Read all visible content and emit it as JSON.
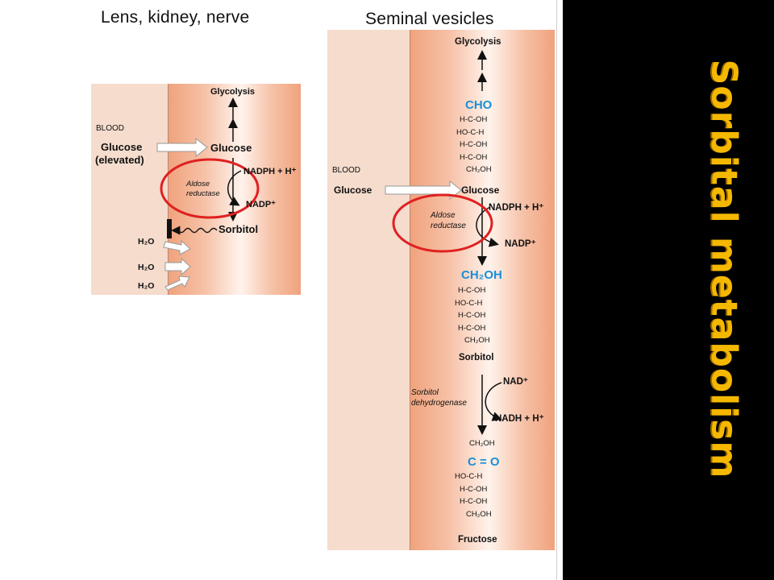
{
  "headings": {
    "left": "Lens, kidney, nerve",
    "right": "Seminal vesicles"
  },
  "slide_title": "Sorbital metabolism",
  "left_panel": {
    "blood": "BLOOD",
    "glycolysis": "Glycolysis",
    "glucose_blood_line1": "Glucose",
    "glucose_blood_line2": "(elevated)",
    "glucose_cell": "Glucose",
    "nadph": "NADPH + H⁺",
    "nadp": "NADP⁺",
    "enzyme_line1": "Aldose",
    "enzyme_line2": "reductase",
    "sorbitol": "Sorbitol",
    "water": [
      "H₂O",
      "H₂O",
      "H₂O"
    ]
  },
  "right_panel": {
    "glycolysis": "Glycolysis",
    "cho": "CHO",
    "glucose_chain": [
      "H-C-OH",
      "HO-C-H",
      "H-C-OH",
      "H-C-OH",
      "CH₂OH"
    ],
    "blood": "BLOOD",
    "glucose_blood": "Glucose",
    "glucose_cell": "Glucose",
    "nadph": "NADPH + H⁺",
    "nadp": "NADP⁺",
    "enzyme1_line1": "Aldose",
    "enzyme1_line2": "reductase",
    "ch2oh": "CH₂OH",
    "sorbitol_chain": [
      "H-C-OH",
      "HO-C-H",
      "H-C-OH",
      "H-C-OH",
      "CH₂OH"
    ],
    "sorbitol": "Sorbitol",
    "nad": "NAD⁺",
    "enzyme2_line1": "Sorbitol",
    "enzyme2_line2": "dehydrogenase",
    "nadh": "NADH + H⁺",
    "fructose_top": "CH₂OH",
    "co": "C = O",
    "fructose_chain": [
      "HO-C-H",
      "H-C-OH",
      "H-C-OH",
      "CH₂OH"
    ],
    "fructose": "Fructose"
  },
  "colors": {
    "highlight_circle": "#e02020",
    "title": "#f5b800",
    "blue_label": "#1a8fd6"
  }
}
